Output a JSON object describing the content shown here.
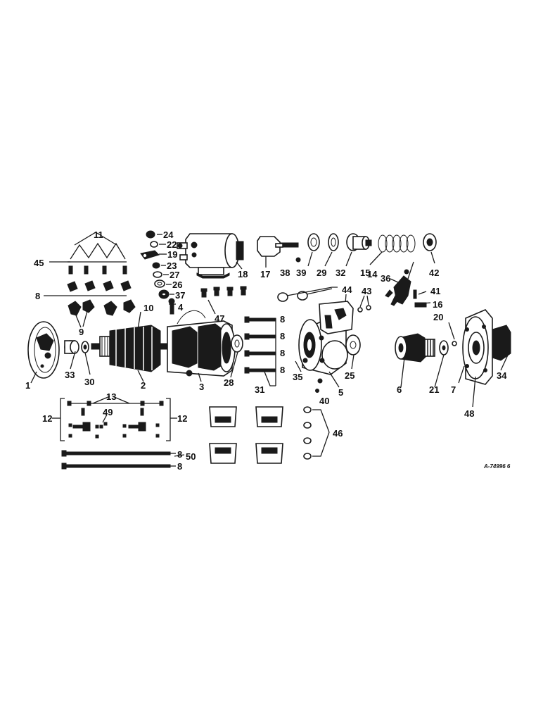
{
  "diagram": {
    "reference_code": "A-74996 6",
    "callouts": {
      "c1": "1",
      "c2": "2",
      "c3": "3",
      "c4": "4",
      "c5": "5",
      "c6": "6",
      "c7": "7",
      "c8a": "8",
      "c8b": "8",
      "c8c": "8",
      "c8d": "8",
      "c8e": "8",
      "c8f": "8",
      "c8g": "8",
      "c9": "9",
      "c10": "10",
      "c11": "11",
      "c12a": "12",
      "c12b": "12",
      "c13": "13",
      "c14": "14",
      "c15": "15",
      "c16": "16",
      "c17": "17",
      "c18": "18",
      "c19": "19",
      "c20": "20",
      "c21": "21",
      "c22": "22",
      "c23": "23",
      "c24": "24",
      "c25": "25",
      "c26": "26",
      "c27": "27",
      "c28": "28",
      "c29": "29",
      "c30": "30",
      "c31": "31",
      "c32": "32",
      "c33": "33",
      "c34": "34",
      "c35": "35",
      "c36": "36",
      "c37": "37",
      "c38": "38",
      "c39": "39",
      "c40": "40",
      "c41": "41",
      "c42": "42",
      "c43": "43",
      "c44": "44",
      "c45": "45",
      "c46": "46",
      "c47": "47",
      "c48": "48",
      "c49": "49",
      "c50": "50"
    }
  }
}
